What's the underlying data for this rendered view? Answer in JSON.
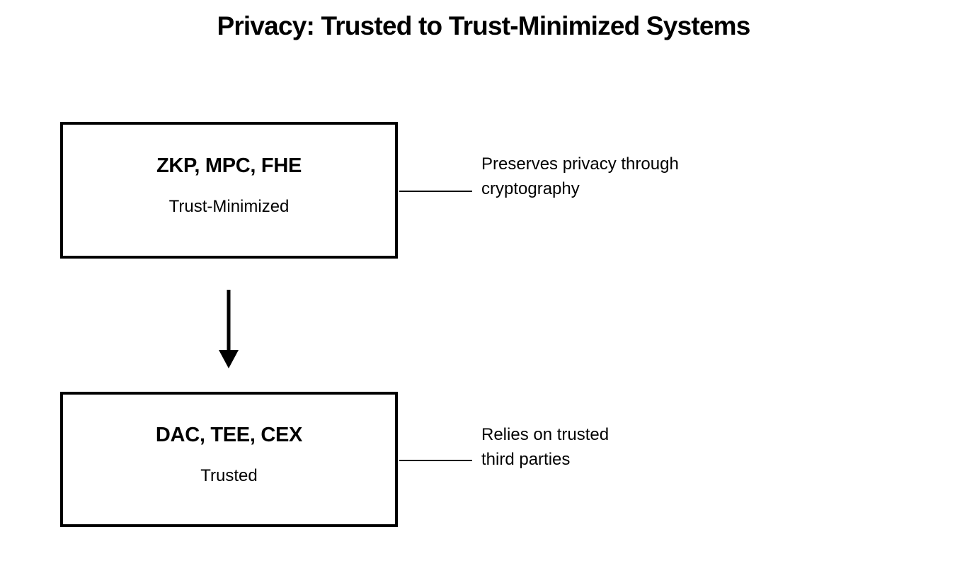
{
  "title": "Privacy: Trusted to Trust-Minimized Systems",
  "nodes": [
    {
      "label": "ZKP, MPC, FHE",
      "sublabel": "Trust-Minimized",
      "annotation_lines": [
        "Preserves privacy through",
        "cryptography"
      ]
    },
    {
      "label": "DAC, TEE, CEX",
      "sublabel": "Trusted",
      "annotation_lines": [
        "Relies on trusted",
        "third parties"
      ]
    }
  ],
  "colors": {
    "background": "#ffffff",
    "foreground": "#000000"
  }
}
